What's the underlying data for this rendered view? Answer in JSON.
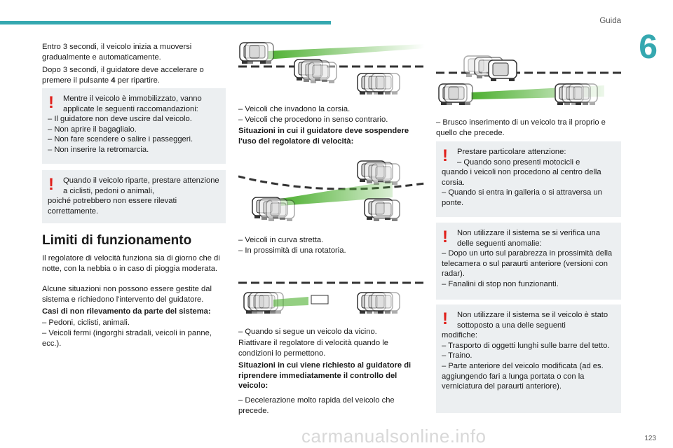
{
  "header": {
    "section": "Guida",
    "chapter": "6",
    "page": "123"
  },
  "watermark": "carmanualsonline.info",
  "col1": {
    "intro1": "Entro 3 secondi, il veicolo inizia a muoversi gradualmente e automaticamente.",
    "intro2_pre": "Dopo 3 secondi, il guidatore deve accelerare o premere il pulsante ",
    "intro2_bold": "4",
    "intro2_post": " per ripartire.",
    "warn1": {
      "lead": "Mentre il veicolo è immobilizzato, vanno applicate le seguenti raccomandazioni:",
      "items": [
        "–  Il guidatore non deve uscire dal veicolo.",
        "–  Non aprire il bagagliaio.",
        "–  Non fare scendere o salire i passeggeri.",
        "–  Non inserire la retromarcia."
      ]
    },
    "warn2": {
      "lead": "Quando il veicolo riparte, prestare attenzione a ciclisti, pedoni o animali,",
      "rest": "poiché potrebbero non essere rilevati correttamente."
    },
    "heading": "Limiti di funzionamento",
    "body1": "Il regolatore di velocità funziona sia di giorno che di notte, con la nebbia o in caso di pioggia moderata.",
    "body2": "Alcune situazioni non possono essere gestite dal sistema e richiedono l'intervento del guidatore.",
    "sub1": "Casi di non rilevamento da parte del sistema:",
    "items": [
      "–  Pedoni, ciclisti, animali.",
      "–  Veicoli fermi (ingorghi stradali, veicoli in panne, ecc.)."
    ]
  },
  "col2": {
    "items1": [
      "–  Veicoli che invadono la corsia.",
      "–  Veicoli che procedono in senso contrario."
    ],
    "sub1": "Situazioni in cui il guidatore deve sospendere l'uso del regolatore di velocità:",
    "items2": [
      "–  Veicoli in curva stretta.",
      "–  In prossimità di una rotatoria."
    ],
    "items3": [
      "–  Quando si segue un veicolo da vicino."
    ],
    "body1": "Riattivare il regolatore di velocità quando le condizioni lo permettono.",
    "sub2": "Situazioni in cui viene richiesto al guidatore di riprendere immediatamente il controllo del veicolo:",
    "items4": [
      "–  Decelerazione molto rapida del veicolo che precede."
    ]
  },
  "col3": {
    "item1": "–  Brusco inserimento di un veicolo tra il proprio e quello che precede.",
    "warn1": {
      "lead": "Prestare particolare attenzione:",
      "lead2": "–  Quando sono presenti motocicli e",
      "rest": [
        "quando i veicoli non procedono al centro della corsia.",
        "–  Quando si entra in galleria o si attraversa un ponte."
      ]
    },
    "warn2": {
      "lead": "Non utilizzare il sistema se si verifica una delle seguenti anomalie:",
      "rest": [
        "–  Dopo un urto sul parabrezza in prossimità della telecamera o sul paraurti anteriore (versioni con radar).",
        "–  Fanalini di stop non funzionanti."
      ]
    },
    "warn3": {
      "lead": "Non utilizzare il sistema se il veicolo è stato sottoposto a una delle seguenti",
      "rest": [
        "modifiche:",
        "–  Trasporto di oggetti lunghi sulle barre del tetto.",
        "–  Traino.",
        "–  Parte anteriore del veicolo modificata (ad es. aggiungendo fari a lunga portata o con la verniciatura del paraurti anteriore)."
      ]
    }
  }
}
